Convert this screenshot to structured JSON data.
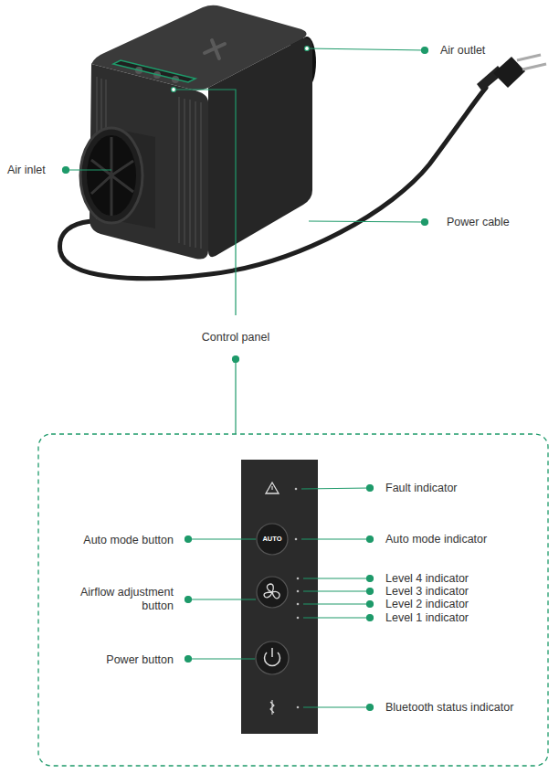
{
  "diagram": {
    "labels": [
      "Air outlet",
      "Air inlet",
      "Power cable",
      "Control panel",
      "Fault indicator",
      "Auto mode button",
      "AUTO",
      "Auto mode indicator",
      "Airflow adjustment button",
      "Level 4 indicator",
      "Level 3 indicator",
      "Level 2 indicator",
      "Level 1 indicator",
      "Power button",
      "Bluetooth status indicator"
    ]
  }
}
